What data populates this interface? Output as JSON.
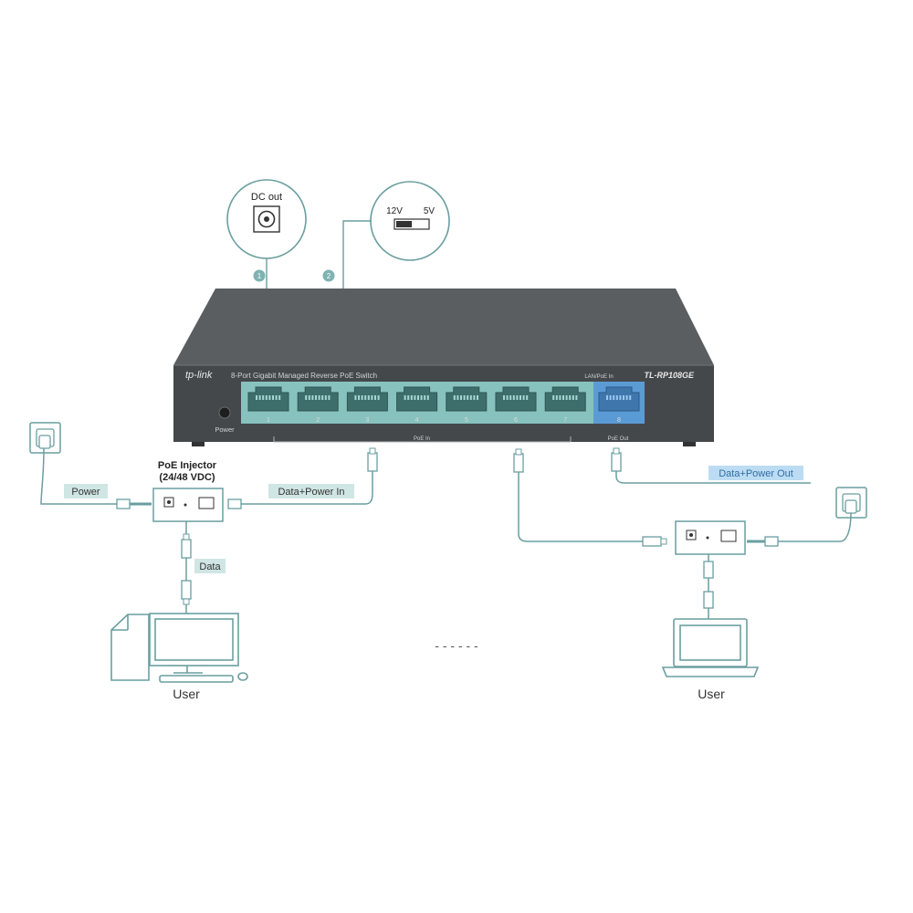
{
  "callouts": [
    {
      "number": "1",
      "label": "DC out"
    },
    {
      "number": "2",
      "label_left": "12V",
      "label_right": "5V"
    }
  ],
  "switch": {
    "brand": "tp-link",
    "description": "8-Port Gigabit Managed Reverse PoE Switch",
    "model": "TL-RP108GE",
    "power_label": "Power",
    "poe_in_label": "PoE In",
    "poe_out_label": "PoE Out",
    "lan_label": "LAN/PoE In",
    "ports": [
      "1",
      "2",
      "3",
      "4",
      "5",
      "6",
      "7",
      "8"
    ]
  },
  "left_side": {
    "injector_title_line1": "PoE Injector",
    "injector_title_line2": "(24/48 VDC)",
    "power_label": "Power",
    "data_power_in_label": "Data+Power In",
    "data_label": "Data",
    "user_label": "User"
  },
  "right_side": {
    "data_power_out_label": "Data+Power Out",
    "user_label": "User"
  },
  "ellipsis": "- - - - - -",
  "colors": {
    "accent": "#5fa6a6",
    "line": "#6a9ea0",
    "switch_body": "#4a4d50",
    "port_highlight": "#8ecfcb",
    "poe_out_port": "#5b9bd5",
    "label_bg": "#cfe6e4",
    "label_blue_bg": "#bcdcf3"
  }
}
